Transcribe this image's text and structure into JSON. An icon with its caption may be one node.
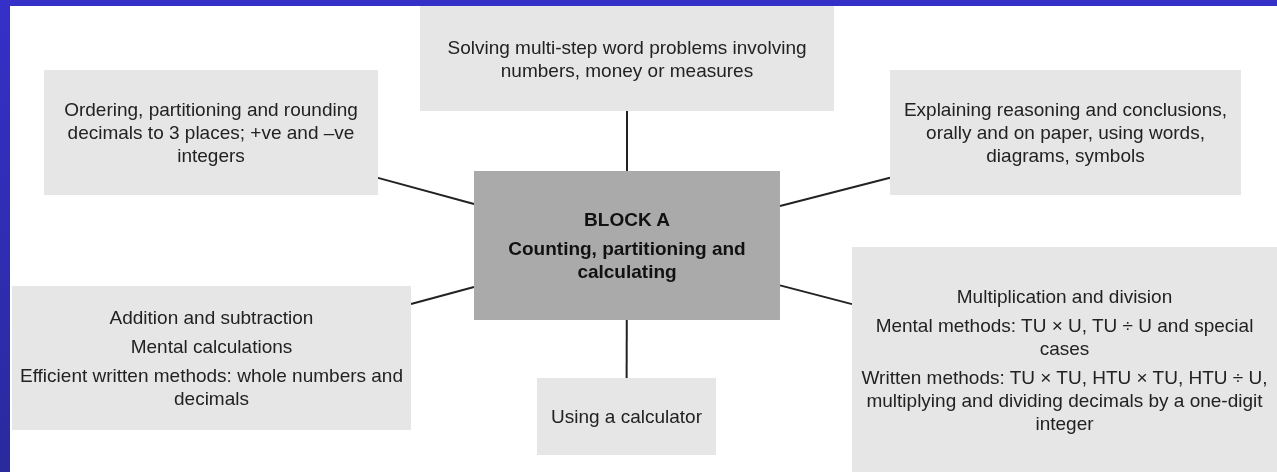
{
  "diagram": {
    "nodes": [
      {
        "text": [
          "Solving multi-step word problems involving numbers, money or measures"
        ]
      },
      {
        "text": [
          "Ordering, partitioning and rounding decimals to 3 places; +ve and –ve integers"
        ]
      },
      {
        "text": [
          "Explaining reasoning and conclusions, orally and on paper, using words, diagrams, symbols"
        ]
      },
      {
        "text": [
          "BLOCK A",
          "Counting, partitioning and calculating"
        ]
      },
      {
        "text": [
          "Multiplication and division",
          "Mental methods: TU × U, TU ÷ U and special cases",
          "Written methods: TU × TU, HTU × TU, HTU ÷ U, multiplying and dividing decimals by a one-digit integer"
        ]
      },
      {
        "text": [
          "Addition and subtraction",
          "Mental calculations",
          "Efficient written methods: whole numbers and decimals"
        ]
      },
      {
        "text": [
          "Using a calculator"
        ]
      }
    ],
    "edges": [
      {
        "from": 3,
        "to": 0,
        "arrow": "none"
      },
      {
        "from": 3,
        "to": 1,
        "arrow": "none"
      },
      {
        "from": 3,
        "to": 2,
        "arrow": "none"
      },
      {
        "from": 3,
        "to": 4,
        "arrow": "none"
      },
      {
        "from": 3,
        "to": 5,
        "arrow": "none"
      },
      {
        "from": 3,
        "to": 6,
        "arrow": "none"
      }
    ]
  }
}
